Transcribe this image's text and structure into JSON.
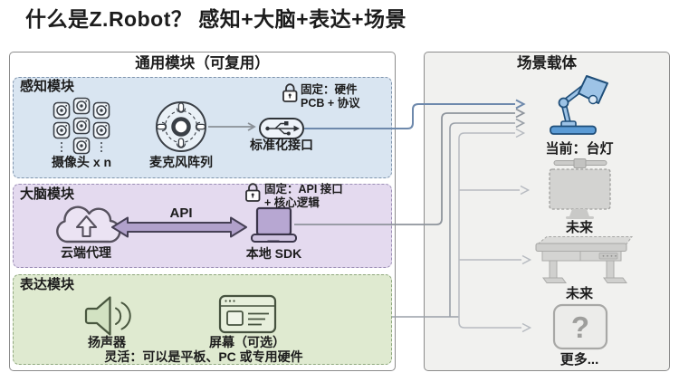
{
  "page_title": "什么是Z.Robot？ 感知+大脑+表达+场景",
  "general_box": {
    "title": "通用模块（可复用）",
    "perception": {
      "title": "感知模块",
      "camera_label": "摄像头 x n",
      "mic_label": "麦克风阵列",
      "interface_label": "标准化接口",
      "lock_note_line1": "固定：硬件",
      "lock_note_line2": "PCB + 协议",
      "icons": [
        "camera-grid",
        "mic-array",
        "usb-interface",
        "lock"
      ]
    },
    "brain": {
      "title": "大脑模块",
      "cloud_label": "云端代理",
      "api_label": "API",
      "sdk_label": "本地 SDK",
      "lock_note_line1": "固定：API 接口",
      "lock_note_line2": "+ 核心逻辑",
      "icons": [
        "cloud-upload",
        "api-double-arrow",
        "laptop",
        "lock"
      ]
    },
    "expression": {
      "title": "表达模块",
      "speaker_label": "扬声器",
      "screen_label": "屏幕（可选）",
      "note": "灵活：可以是平板、PC 或专用硬件",
      "icons": [
        "speaker",
        "browser-window"
      ]
    }
  },
  "scene_box": {
    "title": "场景载体",
    "items": [
      {
        "label": "当前：台灯",
        "icon": "desk-lamp"
      },
      {
        "label": "未来",
        "icon": "monitor"
      },
      {
        "label": "未来",
        "icon": "standing-desk"
      },
      {
        "label": "更多...",
        "icon": "question-box",
        "glyph": "?"
      }
    ]
  },
  "colors": {
    "perception_bg": "#d9e5f1",
    "brain_bg": "#e4daef",
    "expression_bg": "#dfead0",
    "scene_bg": "#f1f1ef",
    "lamp_blue": "#5b9bd5",
    "lamp_blue_light": "#9dc3e6",
    "connector_blue": "#6e89ac",
    "connector_gray": "#9aa0a8",
    "future_gray": "#c9c9c7"
  }
}
